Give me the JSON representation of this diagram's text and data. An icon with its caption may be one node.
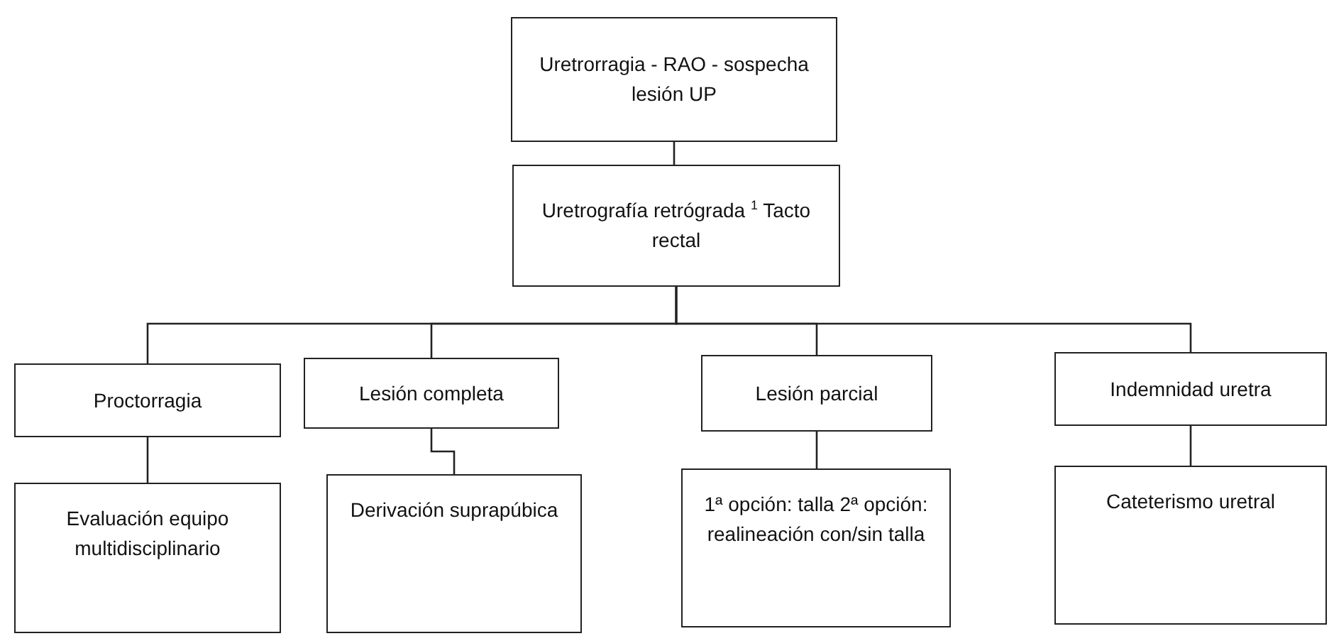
{
  "diagram": {
    "nodes": [
      {
        "text": [
          "Uretrorragia - RAO - sospecha lesión UP"
        ]
      },
      {
        "text": [
          "Uretrografía retrógrada $^{1}$ Tacto rectal"
        ]
      },
      {
        "text": [
          "Proctorragia"
        ]
      },
      {
        "text": [
          "Lesión completa"
        ]
      },
      {
        "text": [
          "Lesión parcial"
        ]
      },
      {
        "text": [
          "Indemnidad uretra"
        ]
      },
      {
        "text": [
          "Evaluación equipo multidisciplinario"
        ]
      },
      {
        "text": [
          "Derivación suprapúbica"
        ]
      },
      {
        "text": [
          "1ª opción: talla 2ª opción: realineación con/sin talla"
        ]
      },
      {
        "text": [
          "Cateterismo uretral"
        ]
      }
    ],
    "edges": [
      {
        "from": 0,
        "to": 1,
        "arrow": "none"
      },
      {
        "from": 1,
        "to": 2,
        "arrow": "none"
      },
      {
        "from": 1,
        "to": 3,
        "arrow": "none"
      },
      {
        "from": 1,
        "to": 4,
        "arrow": "none"
      },
      {
        "from": 1,
        "to": 5,
        "arrow": "none"
      },
      {
        "from": 2,
        "to": 6,
        "arrow": "none"
      },
      {
        "from": 3,
        "to": 7,
        "arrow": "none"
      },
      {
        "from": 4,
        "to": 8,
        "arrow": "none"
      },
      {
        "from": 5,
        "to": 9,
        "arrow": "none"
      }
    ]
  }
}
